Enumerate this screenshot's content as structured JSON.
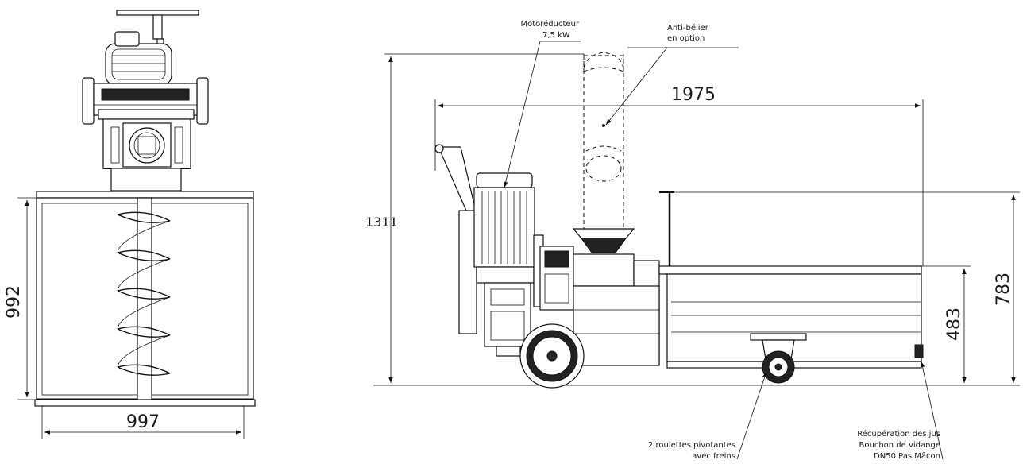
{
  "dimensions": {
    "front_height": "992",
    "front_width": "997",
    "side_total_height": "1311",
    "side_length": "1975",
    "hopper_height": "483",
    "frame_height": "783"
  },
  "callouts": {
    "motor": [
      "Motoréducteur",
      "7,5 kW"
    ],
    "anti_belier": [
      "Anti-bélier",
      "en option"
    ],
    "casters": [
      "2 roulettes pivotantes",
      "avec freins"
    ],
    "drain": [
      "Récupération des jus",
      "Bouchon de vidange",
      "DN50 Pas Mâcon"
    ]
  },
  "colors": {
    "line": "#111111",
    "background": "#ffffff"
  }
}
